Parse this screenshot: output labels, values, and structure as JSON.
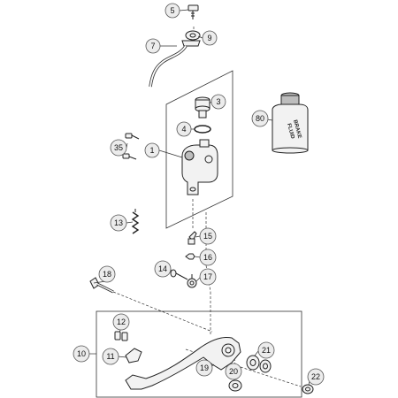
{
  "parts": [
    {
      "id": "p5",
      "number": "5"
    },
    {
      "id": "p9",
      "number": "9"
    },
    {
      "id": "p7",
      "number": "7"
    },
    {
      "id": "p3",
      "number": "3"
    },
    {
      "id": "p4",
      "number": "4"
    },
    {
      "id": "p1",
      "number": "1"
    },
    {
      "id": "p80",
      "number": "80"
    },
    {
      "id": "p35",
      "number": "35"
    },
    {
      "id": "p13",
      "number": "13"
    },
    {
      "id": "p15",
      "number": "15"
    },
    {
      "id": "p16",
      "number": "16"
    },
    {
      "id": "p14",
      "number": "14"
    },
    {
      "id": "p17",
      "number": "17"
    },
    {
      "id": "p18",
      "number": "18"
    },
    {
      "id": "p12",
      "number": "12"
    },
    {
      "id": "p10",
      "number": "10"
    },
    {
      "id": "p11",
      "number": "11"
    },
    {
      "id": "p21",
      "number": "21"
    },
    {
      "id": "p19",
      "number": "19"
    },
    {
      "id": "p20",
      "number": "20"
    },
    {
      "id": "p22",
      "number": "22"
    }
  ],
  "bottle": {
    "line1": "BRAKE",
    "line2": "FLUID"
  }
}
